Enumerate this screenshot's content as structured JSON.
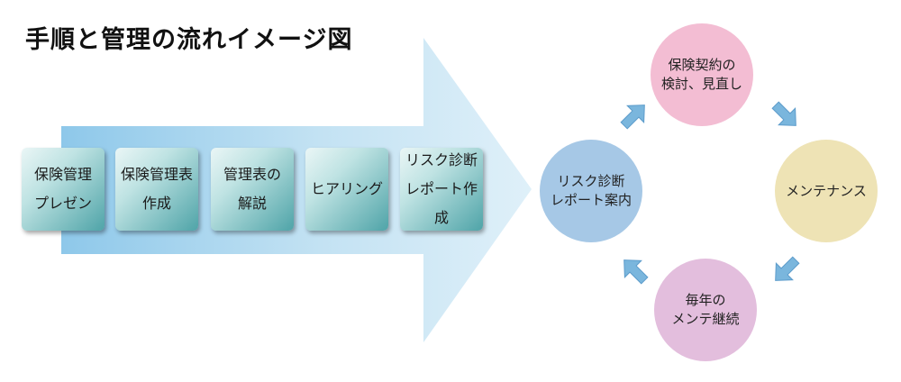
{
  "title": "手順と管理の流れイメージ図",
  "steps": [
    {
      "label": "保険管理\nプレゼン"
    },
    {
      "label": "保険管理表\n作成"
    },
    {
      "label": "管理表の\n解説"
    },
    {
      "label": "ヒアリング"
    },
    {
      "label": "リスク診断\nレポート作成"
    }
  ],
  "cycle": {
    "top": "保険契約の\n検討、見直し",
    "right": "メンテナンス",
    "bottom": "毎年の\nメンテ継続",
    "left": "リスク診断\nレポート案内"
  },
  "colors": {
    "big_arrow": "#b9dcef",
    "step_box": "#7fc1c4",
    "circle_pink": "#f3bdd3",
    "circle_yellow": "#eee3b5",
    "circle_purple": "#e3bedd",
    "circle_blue": "#a6c8e6",
    "small_arrow": "#7ab6dd"
  }
}
